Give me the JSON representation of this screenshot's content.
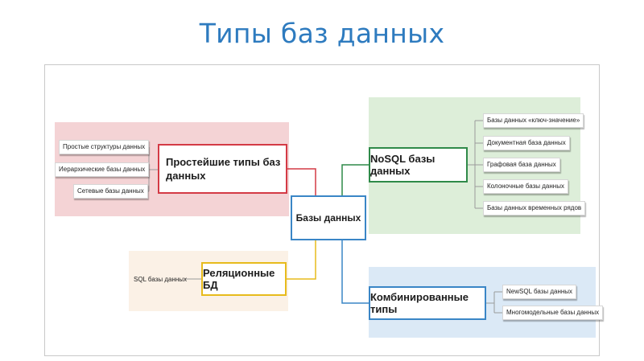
{
  "title": "Типы баз данных",
  "center": "Базы данных",
  "simple": {
    "label": "Простейшие типы баз данных",
    "items": [
      "Простые структуры данных",
      "Иерархические базы данных",
      "Сетевые базы данных"
    ]
  },
  "nosql": {
    "label": "NoSQL базы данных",
    "items": [
      "Базы данных «ключ-значение»",
      "Документная база данных",
      "Графовая база данных",
      "Колоночные базы данных",
      "Базы данных временных рядов"
    ]
  },
  "relational": {
    "label": "Реляционные БД",
    "items": [
      "SQL базы данных"
    ]
  },
  "combined": {
    "label": "Комбинированные типы",
    "items": [
      "NewSQL базы данных",
      "Многомодельные базы данных"
    ]
  },
  "colors": {
    "title": "#2e7bbf",
    "simple": "#d43a45",
    "nosql": "#2f8a49",
    "relational": "#e7bb1c",
    "combined": "#3a86c6"
  }
}
